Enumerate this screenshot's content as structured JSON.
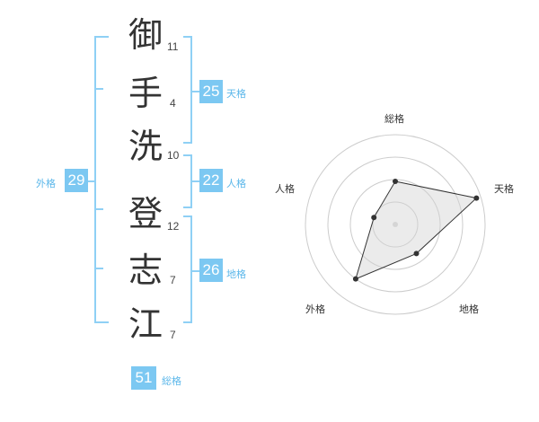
{
  "name": {
    "chars": [
      {
        "char": "御",
        "strokes": "11"
      },
      {
        "char": "手",
        "strokes": "4"
      },
      {
        "char": "洗",
        "strokes": "10"
      },
      {
        "char": "登",
        "strokes": "12"
      },
      {
        "char": "志",
        "strokes": "7"
      },
      {
        "char": "江",
        "strokes": "7"
      }
    ]
  },
  "kakusu": {
    "tenkaku": {
      "value": "25",
      "label": "天格"
    },
    "jinkaku": {
      "value": "22",
      "label": "人格"
    },
    "chikaku": {
      "value": "26",
      "label": "地格"
    },
    "gaikaku": {
      "value": "29",
      "label": "外格"
    },
    "soukaku": {
      "value": "51",
      "label": "総格"
    }
  },
  "radar": {
    "axes": [
      "総格",
      "天格",
      "地格",
      "外格",
      "人格"
    ],
    "values": [
      0.48,
      0.95,
      0.4,
      0.75,
      0.25
    ]
  },
  "colors": {
    "accent": "#7cc8f2",
    "line": "#8fd0f5"
  }
}
